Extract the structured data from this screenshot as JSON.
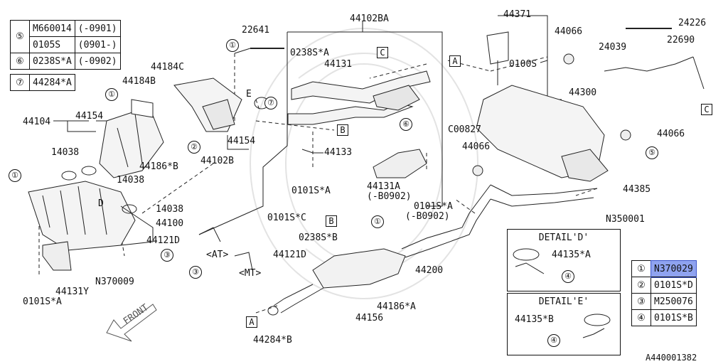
{
  "tables": {
    "top_left": [
      {
        "num": "⑤",
        "part": "M660014",
        "note": "(-0901)"
      },
      {
        "num": "",
        "part": "0105S",
        "note": "(0901-)"
      },
      {
        "num": "⑥",
        "part": "0238S*A",
        "note": "(-0902)"
      }
    ],
    "single": {
      "num": "⑦",
      "part": "44284*A"
    },
    "bottom_right": [
      {
        "num": "①",
        "part": "N370029"
      },
      {
        "num": "②",
        "part": "0101S*D"
      },
      {
        "num": "③",
        "part": "M250076"
      },
      {
        "num": "④",
        "part": "0101S*B"
      }
    ]
  },
  "labels": {
    "l22641": "22641",
    "l44184C": "44184C",
    "l44184B": "44184B",
    "l44104": "44104",
    "l44154a": "44154",
    "l14038a": "14038",
    "l44186B": "44186*B",
    "l14038b": "14038",
    "l14038c": "14038",
    "l44100": "44100",
    "l44102B": "44102B",
    "l44154b": "44154",
    "lE": "E",
    "lD": "D",
    "l44102BA": "44102BA",
    "l0238SA": "0238S*A",
    "l44131": "44131",
    "l44133": "44133",
    "l0101SA": "0101S*A",
    "l44131A": "44131A",
    "lB0902a": "(-B0902)",
    "l0101SA2": "0101S*A",
    "lB0902b": "(-B0902)",
    "lC00827": "C00827",
    "l44371": "44371",
    "l0100S": "0100S",
    "l44066a": "44066",
    "l44300": "44300",
    "l24226": "24226",
    "l22690": "22690",
    "l24039": "24039",
    "l44066b": "44066",
    "l44066c": "44066",
    "l44385": "44385",
    "lN350001": "N350001",
    "l0101SC": "0101S*C",
    "l0238SB": "0238S*B",
    "l44121Da": "44121D",
    "l44121Db": "44121D",
    "lAT": "<AT>",
    "lMT": "<MT>",
    "l44200": "44200",
    "lN370009": "N370009",
    "l44131Y": "44131Y",
    "l0101SA3": "0101S*A",
    "l44186A": "44186*A",
    "l44156": "44156",
    "l44284B": "44284*B",
    "lFRONT": "FRONT",
    "detailD": "DETAIL'D'",
    "l44135A": "44135*A",
    "detailE": "DETAIL'E'",
    "l44135B": "44135*B",
    "code": "A440001382"
  },
  "refs": {
    "c1a": "①",
    "c1b": "①",
    "c1c": "①",
    "c2": "②",
    "c3a": "③",
    "c3b": "③",
    "c4a": "④",
    "c4b": "④",
    "c5": "⑤",
    "c6": "⑥",
    "c7": "⑦",
    "sqA1": "A",
    "sqA2": "A",
    "sqB1": "B",
    "sqB2": "B",
    "sqC1": "C",
    "sqC2": "C"
  }
}
